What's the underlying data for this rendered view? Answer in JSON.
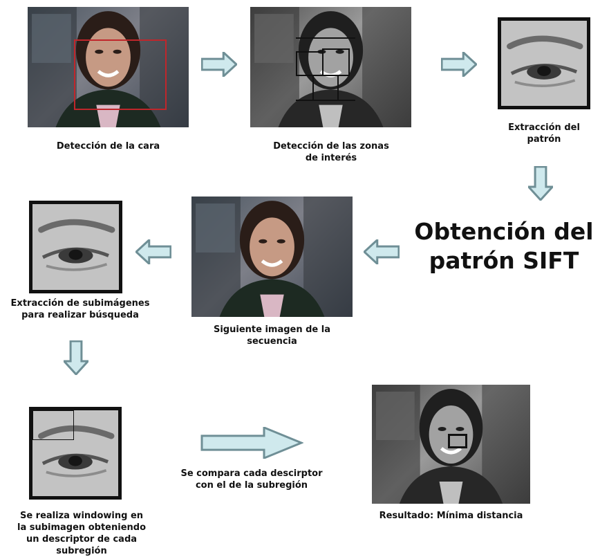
{
  "captions": {
    "face_detection": "Detección de la cara",
    "zones_detection_line1": "Detección de las zonas",
    "zones_detection_line2": "de interés",
    "pattern_extraction_line1": "Extracción del",
    "pattern_extraction_line2": "patrón",
    "subimage_extraction_line1": "Extracción de subimágenes",
    "subimage_extraction_line2": "para realizar búsqueda",
    "next_image_line1": "Siguiente imagen de la",
    "next_image_line2": "secuencia",
    "windowing_line1": "Se realiza windowing en",
    "windowing_line2": "la subimagen obteniendo",
    "windowing_line3": "un descriptor de cada",
    "windowing_line4": "subregión",
    "compare_line1": "Se compara cada descirptor",
    "compare_line2": "con el de la subregión",
    "result": "Resultado: Mínima distancia"
  },
  "title": {
    "line1": "Obtención del",
    "line2": "patrón SIFT"
  },
  "colors": {
    "arrow_fill": "#cfe9ed",
    "arrow_stroke": "#6f8f96",
    "face_box": "#c0262b",
    "frame": "#111111"
  }
}
